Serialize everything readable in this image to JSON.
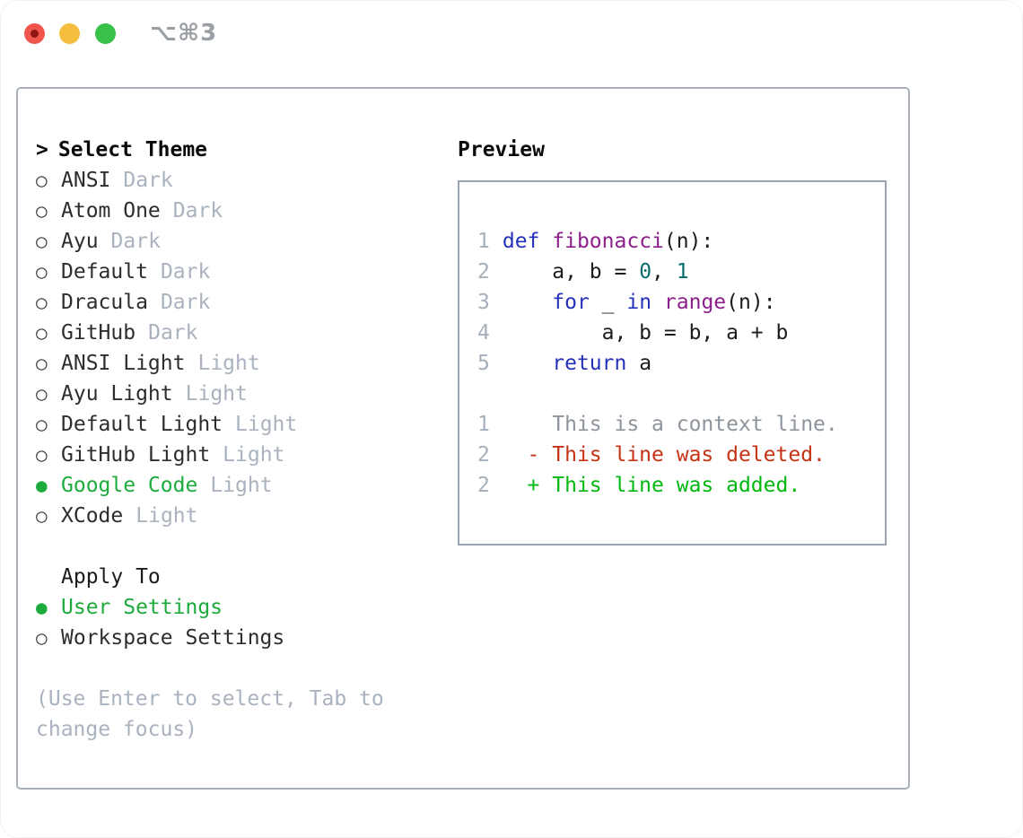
{
  "window": {
    "title": "⌥⌘3"
  },
  "colors": {
    "traffic_red": "#f1564e",
    "traffic_red_dot": "#8e1511",
    "traffic_yellow": "#f5bd3e",
    "traffic_green": "#38c24a",
    "title_gray": "#9a9fa6",
    "panel_border": "#a9b0ba",
    "preview_border": "#9ba3ae",
    "text_primary": "#2d2d2d",
    "header_black": "#0a0a0a",
    "muted": "#aab2bf",
    "selected_green": "#1cab3c",
    "syntax_keyword": "#2531b8",
    "syntax_function": "#8c1f8c",
    "syntax_number": "#0b6c6c",
    "syntax_plain": "#1c1c1c",
    "lineno": "#a6afbc",
    "diff_context": "#8d949c",
    "diff_deleted": "#c53315",
    "diff_added": "#00b80f"
  },
  "theme_list": {
    "prompt": ">",
    "header": "Select Theme",
    "items": [
      {
        "name": "ANSI",
        "variant": "Dark",
        "selected": false
      },
      {
        "name": "Atom One",
        "variant": "Dark",
        "selected": false
      },
      {
        "name": "Ayu",
        "variant": "Dark",
        "selected": false
      },
      {
        "name": "Default",
        "variant": "Dark",
        "selected": false
      },
      {
        "name": "Dracula",
        "variant": "Dark",
        "selected": false
      },
      {
        "name": "GitHub",
        "variant": "Dark",
        "selected": false
      },
      {
        "name": "ANSI Light",
        "variant": "Light",
        "selected": false
      },
      {
        "name": "Ayu Light",
        "variant": "Light",
        "selected": false
      },
      {
        "name": "Default Light",
        "variant": "Light",
        "selected": false
      },
      {
        "name": "GitHub Light",
        "variant": "Light",
        "selected": false
      },
      {
        "name": "Google Code",
        "variant": "Light",
        "selected": true
      },
      {
        "name": "XCode",
        "variant": "Light",
        "selected": false
      }
    ]
  },
  "apply_to": {
    "header": "Apply To",
    "items": [
      {
        "name": "User Settings",
        "selected": true
      },
      {
        "name": "Workspace Settings",
        "selected": false
      }
    ]
  },
  "help_lines": [
    "(Use Enter to select, Tab to",
    "change focus)"
  ],
  "preview": {
    "header": "Preview",
    "code_lines": [
      {
        "num": "1",
        "tokens": [
          {
            "text": "def",
            "type": "keyword"
          },
          {
            "text": " ",
            "type": "plain"
          },
          {
            "text": "fibonacci",
            "type": "function"
          },
          {
            "text": "(n):",
            "type": "plain"
          }
        ]
      },
      {
        "num": "2",
        "tokens": [
          {
            "text": "    a, b = ",
            "type": "plain"
          },
          {
            "text": "0",
            "type": "number"
          },
          {
            "text": ", ",
            "type": "plain"
          },
          {
            "text": "1",
            "type": "number"
          }
        ]
      },
      {
        "num": "3",
        "tokens": [
          {
            "text": "    ",
            "type": "plain"
          },
          {
            "text": "for",
            "type": "keyword"
          },
          {
            "text": " _ ",
            "type": "plain"
          },
          {
            "text": "in",
            "type": "keyword"
          },
          {
            "text": " ",
            "type": "plain"
          },
          {
            "text": "range",
            "type": "function"
          },
          {
            "text": "(n):",
            "type": "plain"
          }
        ]
      },
      {
        "num": "4",
        "tokens": [
          {
            "text": "        a, b = b, a + b",
            "type": "plain"
          }
        ]
      },
      {
        "num": "5",
        "tokens": [
          {
            "text": "    ",
            "type": "plain"
          },
          {
            "text": "return",
            "type": "keyword"
          },
          {
            "text": " a",
            "type": "plain"
          }
        ]
      }
    ],
    "diff_lines": [
      {
        "num": "1",
        "text": "    This is a context line.",
        "type": "context"
      },
      {
        "num": "2",
        "text": "  - This line was deleted.",
        "type": "deleted"
      },
      {
        "num": "2",
        "text": "  + This line was added.",
        "type": "added"
      }
    ]
  }
}
